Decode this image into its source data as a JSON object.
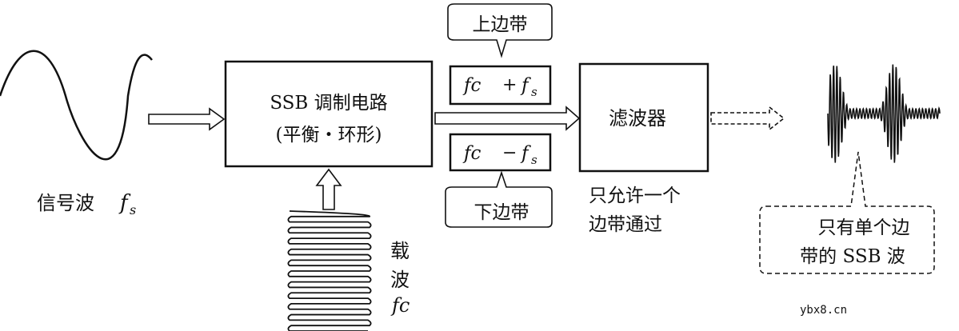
{
  "modulator": {
    "line1": "SSB 调制电路",
    "line2": "(平衡・环形)"
  },
  "signal": {
    "label": "信号波",
    "symbol": "f",
    "subscript": "s"
  },
  "carrier": {
    "label_line1": "载",
    "label_line2": "波",
    "symbol": "fc"
  },
  "upper_sideband": {
    "callout": "上边带",
    "box_f": "fc",
    "box_op": "+",
    "box_fs": "f",
    "box_sub": "s"
  },
  "lower_sideband": {
    "callout": "下边带",
    "box_f": "fc",
    "box_op": "−",
    "box_fs": "f",
    "box_sub": "s"
  },
  "filter": {
    "label": "滤波器",
    "caption_line1": "只允许一个",
    "caption_line2": "边带通过"
  },
  "output": {
    "callout_line1": "只有单个边",
    "callout_line2": "带的 SSB 波"
  },
  "watermark": "ybx8.cn"
}
